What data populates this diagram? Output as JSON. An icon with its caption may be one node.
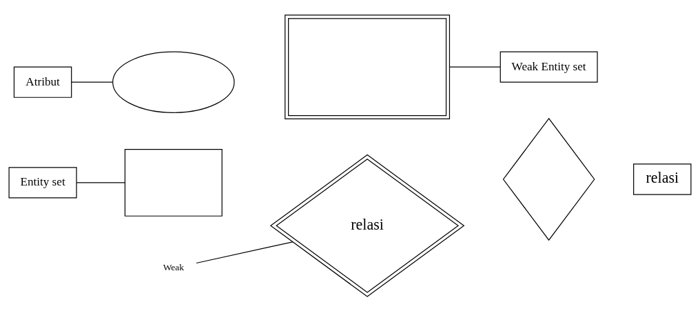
{
  "diagram": {
    "nodes": [
      {
        "text": [
          "Entity set"
        ]
      },
      {
        "text": [],
        "shape": "box"
      },
      {
        "text": [
          "Weak"
        ]
      },
      {
        "text": [
          "relasi"
        ]
      },
      {
        "text": [],
        "shape": "diamond"
      },
      {
        "text": [
          "relasi"
        ]
      },
      {
        "text": [
          "Atribut"
        ]
      },
      {
        "text": [],
        "shape": "ellipse"
      },
      {
        "text": [],
        "shape": "box"
      },
      {
        "text": [
          "Weak Entity set"
        ]
      }
    ],
    "edges": [
      {
        "from": 0,
        "to": 1,
        "arrow": "none"
      },
      {
        "from": 2,
        "to": 3,
        "arrow": "none"
      },
      {
        "from": 6,
        "to": 7,
        "arrow": "none"
      },
      {
        "from": 8,
        "to": 9,
        "arrow": "none"
      }
    ]
  }
}
